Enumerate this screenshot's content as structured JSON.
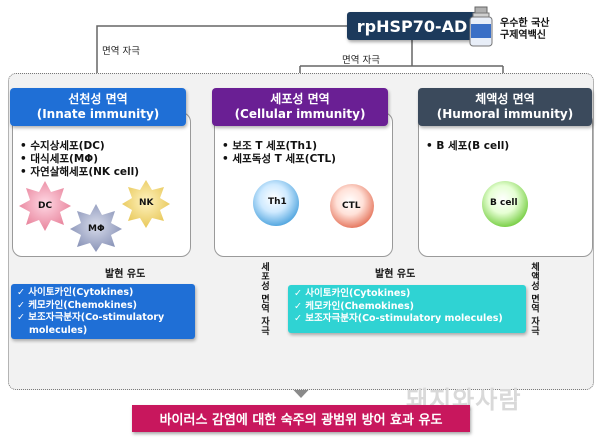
{
  "top_label": "rpHSP70-AD",
  "vaccine_label_line1": "우수한 국산",
  "vaccine_label_line2": "구제역백신",
  "immune_stim_left": "면역 자극",
  "immune_stim_mid": "면역 자극",
  "innate": {
    "title_ko": "선천성 면역",
    "title_en": "(Innate immunity)",
    "items": [
      "수지상세포(DC)",
      "대식세포(MΦ)",
      "자연살해세포(NK cell)"
    ],
    "cells": [
      "DC",
      "NK",
      "MΦ"
    ],
    "color": "#1f6fd6"
  },
  "cellular": {
    "title_ko": "세포성 면역",
    "title_en": "(Cellular immunity)",
    "items": [
      "보조 T 세포(Th1)",
      "세포독성 T 세포(CTL)"
    ],
    "cells": [
      "Th1",
      "CTL"
    ],
    "color": "#6a1f94"
  },
  "humoral": {
    "title_ko": "체액성 면역",
    "title_en": "(Humoral immunity)",
    "items": [
      "B 세포(B cell)"
    ],
    "cells": [
      "B cell"
    ],
    "color": "#3b4a5c"
  },
  "induce_left": "발현 유도",
  "induce_mid": "발현 유도",
  "cyto_left": [
    "사이토카인(Cytokines)",
    "케모카인(Chemokines)",
    "보조자극분자(Co-stimulatory",
    "molecules)"
  ],
  "cyto_right": [
    "사이토카인(Cytokines)",
    "케모카인(Chemokines)",
    "보조자극분자(Co-stimulatory molecules)"
  ],
  "vert_cellular": "세포성 면역 자극",
  "vert_humoral": "체액성 면역 자극",
  "result": "바이러스 감염에 대한 숙주의 광범위 방어 효과 유도",
  "watermark": "돼지와사람",
  "colors": {
    "navy": "#1c3a5c",
    "cyto_left": "#1f6fd6",
    "cyto_right": "#2fd3d3",
    "result": "#c8175d"
  }
}
